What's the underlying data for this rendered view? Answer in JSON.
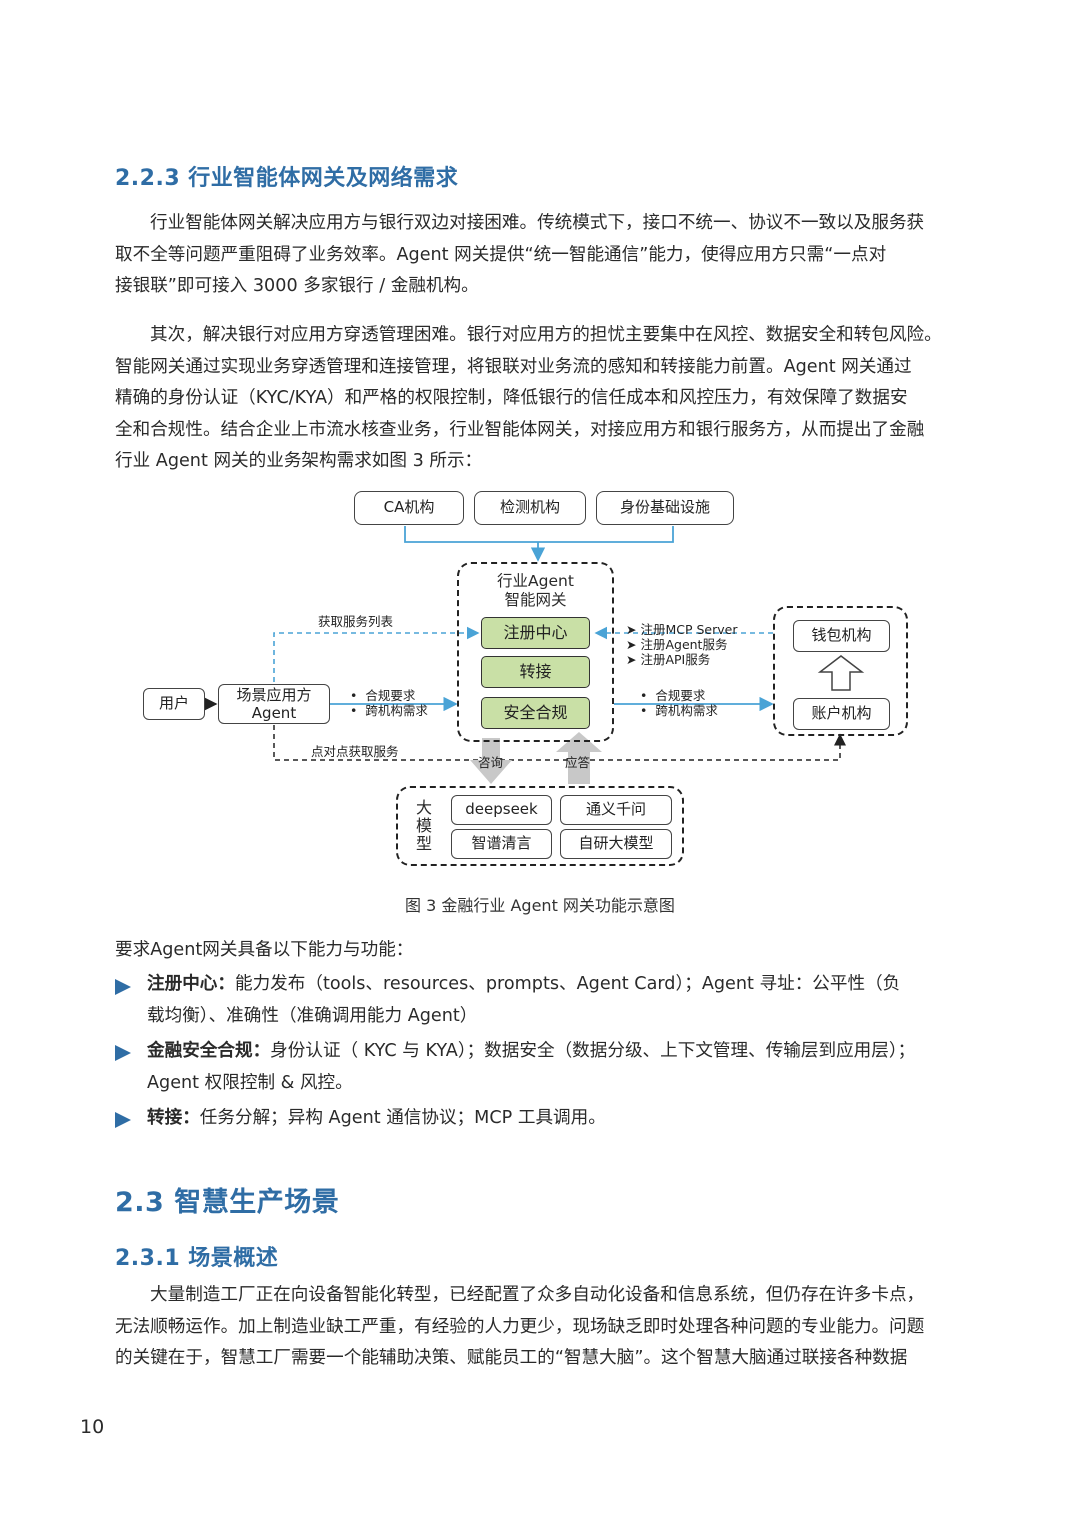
{
  "section_223": {
    "heading": "2.2.3 行业智能体网关及网络需求"
  },
  "para1": {
    "lines": [
      "行业智能体网关解决应用方与银行双边对接困难。传统模式下，接口不统一、协议不一致以及服务获",
      "取不全等问题严重阻碍了业务效率。Agent 网关提供“统一智能通信”能力，使得应用方只需“一点对",
      "接银联”即可接入 3000 多家银行 / 金融机构。"
    ]
  },
  "para2": {
    "lines": [
      "其次，解决银行对应用方穿透管理困难。银行对应用方的担忧主要集中在风控、数据安全和转包风险。",
      "智能网关通过实现业务穿透管理和连接管理，将银联对业务流的感知和转接能力前置。Agent 网关通过",
      "精确的身份认证（KYC/KYA）和严格的权限控制，降低银行的信任成本和风控压力，有效保障了数据安",
      "全和合规性。结合企业上市流水核查业务，行业智能体网关，对接应用方和银行服务方，从而提出了金融",
      "行业 Agent 网关的业务架构需求如图 3 所示："
    ]
  },
  "diagram": {
    "top_boxes": [
      "CA机构",
      "检测机构",
      "身份基础设施"
    ],
    "gateway_title_line1": "行业Agent",
    "gateway_title_line2": "智能网关",
    "modules": [
      "注册中心",
      "转接",
      "安全合规"
    ],
    "user": "用户",
    "scene_app_line1": "场景应用方",
    "scene_app_line2": "Agent",
    "label_get_service_list": "获取服务列表",
    "label_p2p_service": "点对点获取服务",
    "left_reqs": [
      "合规要求",
      "跨机构需求"
    ],
    "right_reqs": [
      "合规要求",
      "跨机构需求"
    ],
    "register_items": [
      "注册MCP Server",
      "注册Agent服务",
      "注册API服务"
    ],
    "wallet": "钱包机构",
    "account": "账户机构",
    "consult": "咨询",
    "answer": "应答",
    "llm_label": [
      "大",
      "模",
      "型"
    ],
    "models": [
      "deepseek",
      "通义千问",
      "智谱清言",
      "自研大模型"
    ]
  },
  "figure_caption": "图 3 金融行业 Agent 网关功能示意图",
  "requirements_intro": "要求Agent网关具备以下能力与功能：",
  "bullets": [
    {
      "title": "注册中心：",
      "line1": "能力发布（tools、resources、prompts、Agent Card）；Agent 寻址：公平性（负",
      "line2": "载均衡）、准确性（准确调用能力 Agent）"
    },
    {
      "title": "金融安全合规：",
      "line1": "身份认证（ KYC 与 KYA）；数据安全（数据分级、上下文管理、传输层到应用层）；",
      "line2": "Agent 权限控制 & 风控。"
    },
    {
      "title": "转接：",
      "line1": "任务分解；异构 Agent 通信协议；MCP 工具调用。",
      "line2": ""
    }
  ],
  "section_23": {
    "heading": "2.3 智慧生产场景"
  },
  "section_231": {
    "heading": "2.3.1 场景概述"
  },
  "para3": {
    "lines": [
      "大量制造工厂正在向设备智能化转型，已经配置了众多自动化设备和信息系统，但仍存在许多卡点，",
      "无法顺畅运作。加上制造业缺工严重，有经验的人力更少，现场缺乏即时处理各种问题的专业能力。问题",
      "的关键在于，智慧工厂需要一个能辅助决策、赋能员工的“智慧大脑”。这个智慧大脑通过联接各种数据"
    ]
  },
  "page_number": "10",
  "colors": {
    "heading": "#2f6da5",
    "module_fill": "#c9e0a6",
    "arrow_blue": "#4aa3d6"
  }
}
